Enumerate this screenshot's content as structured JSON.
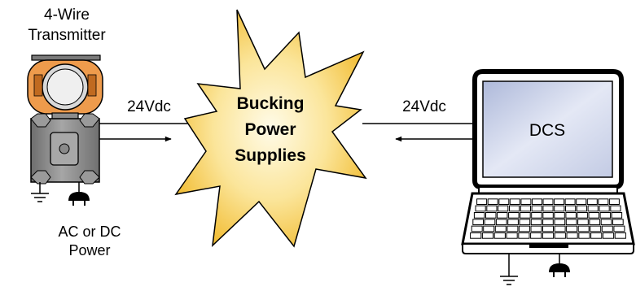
{
  "transmitter": {
    "title_line1": "4-Wire",
    "title_line2": "Transmitter",
    "power_line1": "AC or DC",
    "power_line2": "Power"
  },
  "left_link": {
    "voltage": "24Vdc"
  },
  "right_link": {
    "voltage": "24Vdc"
  },
  "center": {
    "line1": "Bucking",
    "line2": "Power",
    "line3": "Supplies"
  },
  "laptop": {
    "screen_label": "DCS"
  },
  "colors": {
    "starburst_edge": "#f2bf3a",
    "starburst_center": "#fffbe8",
    "transmitter_housing": "#ee9b4c",
    "transmitter_body": "#8a8a8a",
    "screen": "#cbd4ea",
    "laptop_body": "#ffffff"
  }
}
